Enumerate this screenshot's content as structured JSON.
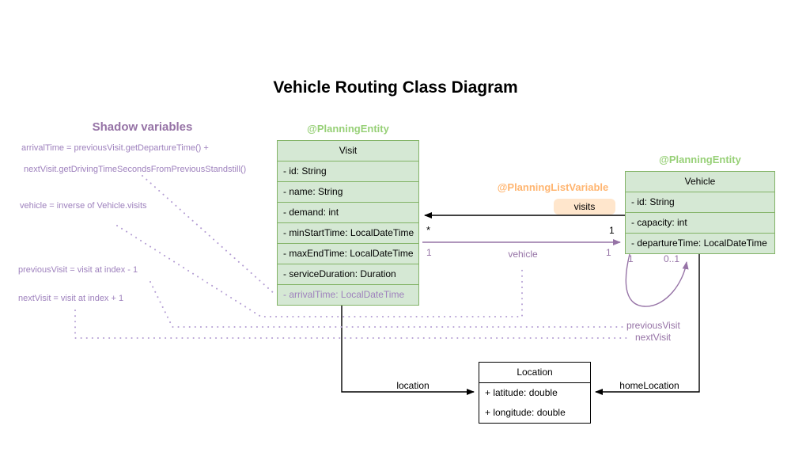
{
  "title": "Vehicle Routing Class Diagram",
  "shadow_variables": {
    "heading": "Shadow variables",
    "formulas": [
      "arrivalTime = previousVisit.getDepartureTime() +",
      "nextVisit.getDrivingTimeSecondsFromPreviousStandstill()",
      "vehicle = inverse of Vehicle.visits",
      "previousVisit = visit at index - 1",
      "nextVisit = visit at index + 1"
    ]
  },
  "classes": {
    "visit": {
      "stereotype": "@PlanningEntity",
      "name": "Visit",
      "attributes": [
        "- id: String",
        "- name: String",
        "- demand: int",
        "- minStartTime: LocalDateTime",
        "- maxEndTime: LocalDateTime",
        "- serviceDuration: Duration",
        "- arrivalTime: LocalDateTime"
      ]
    },
    "vehicle": {
      "stereotype": "@PlanningEntity",
      "name": "Vehicle",
      "attributes": [
        "- id: String",
        "- capacity: int",
        "- departureTime: LocalDateTime"
      ]
    },
    "location": {
      "name": "Location",
      "attributes": [
        "+ latitude: double",
        "+ longitude: double"
      ]
    }
  },
  "associations": {
    "visits": {
      "stereotype": "@PlanningListVariable",
      "label": "visits",
      "near_visit": "*",
      "near_vehicle": "1"
    },
    "vehicle_ref": {
      "label": "vehicle",
      "near_visit": "1",
      "near_vehicle": "1"
    },
    "visit_chain": {
      "near_left": "1",
      "near_right": "0..1",
      "previous_label": "previousVisit",
      "next_label": "nextVisit"
    },
    "location_ref": {
      "label": "location"
    },
    "home_location_ref": {
      "label": "homeLocation"
    }
  },
  "colors": {
    "class_fill": "#d5e8d4",
    "class_border": "#82b366",
    "stereotype_green": "#97d077",
    "stereotype_orange": "#ffb570",
    "badge_fill": "#ffe6cc",
    "purple_dark": "#9673a6",
    "purple_light": "#9e81bd",
    "dotted_line": "#b59fd4"
  }
}
